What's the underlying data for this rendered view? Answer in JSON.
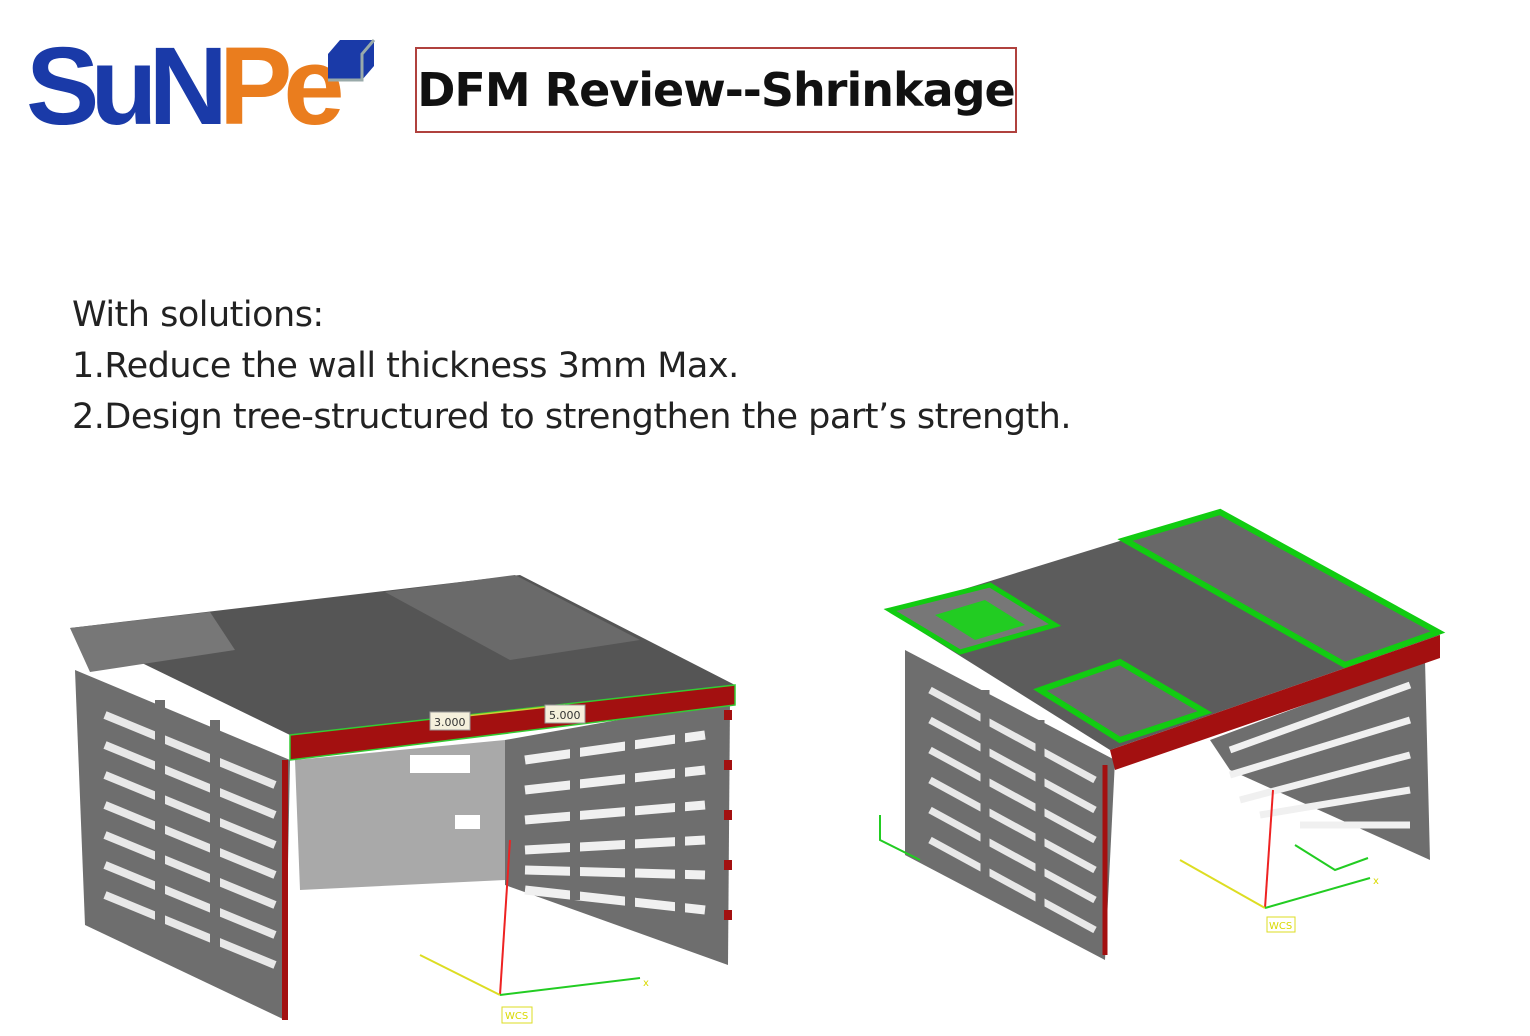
{
  "logo": {
    "part1": "SuN",
    "part2": "Pe",
    "brand_blue": "#1a3aa8",
    "brand_orange": "#ea7d1e"
  },
  "header": {
    "title": "DFM Review--Shrinkage"
  },
  "content": {
    "intro": "With solutions:",
    "items": [
      "1.Reduce the wall thickness 3mm Max.",
      "2.Design tree-structured to strengthen the part’s strength."
    ]
  },
  "figures": {
    "left": {
      "dim_1": "3.000",
      "dim_2": "5.000",
      "csys_label": "WCS",
      "axis_x": "x"
    },
    "right": {
      "csys_label": "WCS",
      "axis_x": "x"
    }
  }
}
